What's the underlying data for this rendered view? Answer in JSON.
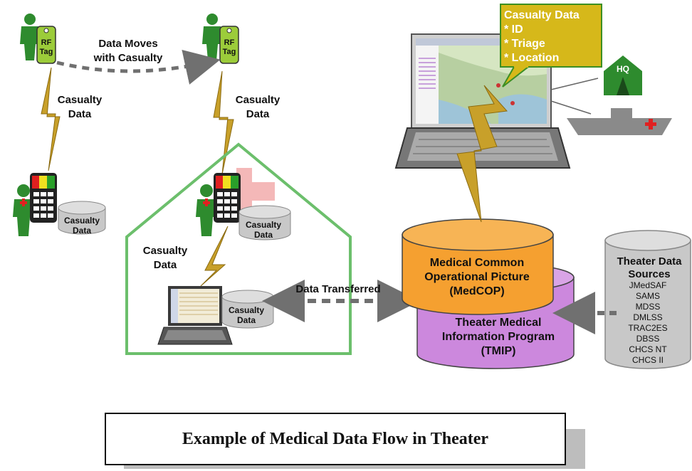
{
  "rf_tag_label": [
    "RF",
    "Tag"
  ],
  "data_moves_label": [
    "Data Moves",
    "with Casualty"
  ],
  "casualty_data_label": [
    "Casualty",
    "Data"
  ],
  "data_transferred_label": "Data Transferred",
  "casualty_data_popup": {
    "title": "Casualty Data",
    "items": [
      "* ID",
      "* Triage",
      "* Location"
    ]
  },
  "hq_label": "HQ",
  "medcop_label": [
    "Medical Common",
    "Operational Picture",
    "(MedCOP)"
  ],
  "tmip_label": [
    "Theater Medical",
    "Information Program",
    "(TMIP)"
  ],
  "theater_sources": {
    "title": [
      "Theater Data",
      "Sources"
    ],
    "items": [
      "JMedSAF",
      "SAMS",
      "MDSS",
      "DMLSS",
      "TRAC2ES",
      "DBSS",
      "CHCS NT",
      "CHCS II"
    ]
  },
  "caption": "Example of Medical Data Flow in Theater",
  "colors": {
    "green": "#2e8b2e",
    "tag_green": "#9ccc3a",
    "bolt": "#c8a02a",
    "medcop": "#f5a030",
    "tmip": "#cc88dd",
    "popup": "#d6b81a",
    "popup_border": "#3c8f24",
    "gray_db": "#c8c8c8",
    "cross_red": "#e02020",
    "cross_pink": "#f4b8b8",
    "shelter_green": "#6cbf6c"
  }
}
